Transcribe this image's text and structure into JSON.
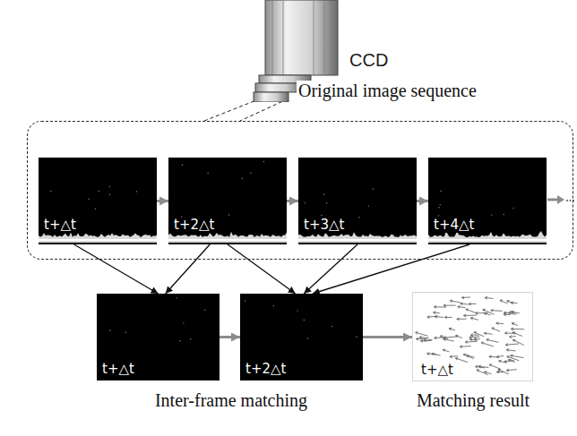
{
  "diagram": {
    "nodes": [
      {
        "text": [
          "CCD"
        ]
      },
      {
        "text": [
          "Original image sequence"
        ]
      },
      {
        "text": [
          "t+△t"
        ],
        "in": 1
      },
      {
        "text": [
          "t+2△t"
        ],
        "in": 1
      },
      {
        "text": [
          "t+3△t"
        ],
        "in": 1
      },
      {
        "text": [
          "t+4△t"
        ],
        "in": 1
      },
      {
        "text": [
          "t+△t"
        ]
      },
      {
        "text": [
          "t+2△t"
        ]
      },
      {
        "text": [
          "t+△t"
        ]
      }
    ],
    "edges": [
      {
        "from": 0,
        "to": 1,
        "arrow": "none"
      },
      {
        "from": 2,
        "to": 3,
        "arrow": "to"
      },
      {
        "from": 3,
        "to": 4,
        "arrow": "to"
      },
      {
        "from": 4,
        "to": 5,
        "arrow": "to"
      },
      {
        "from": 2,
        "to": 6,
        "arrow": "to"
      },
      {
        "from": 3,
        "to": 6,
        "arrow": "to"
      },
      {
        "from": 3,
        "to": 7,
        "arrow": "to"
      },
      {
        "from": 4,
        "to": 7,
        "arrow": "to"
      },
      {
        "from": 5,
        "to": 7,
        "arrow": "to"
      },
      {
        "from": 6,
        "to": 7,
        "arrow": "to"
      },
      {
        "from": 7,
        "to": 8,
        "arrow": "to"
      }
    ],
    "labels": [
      "Inter-frame matching",
      "Matching result"
    ]
  }
}
